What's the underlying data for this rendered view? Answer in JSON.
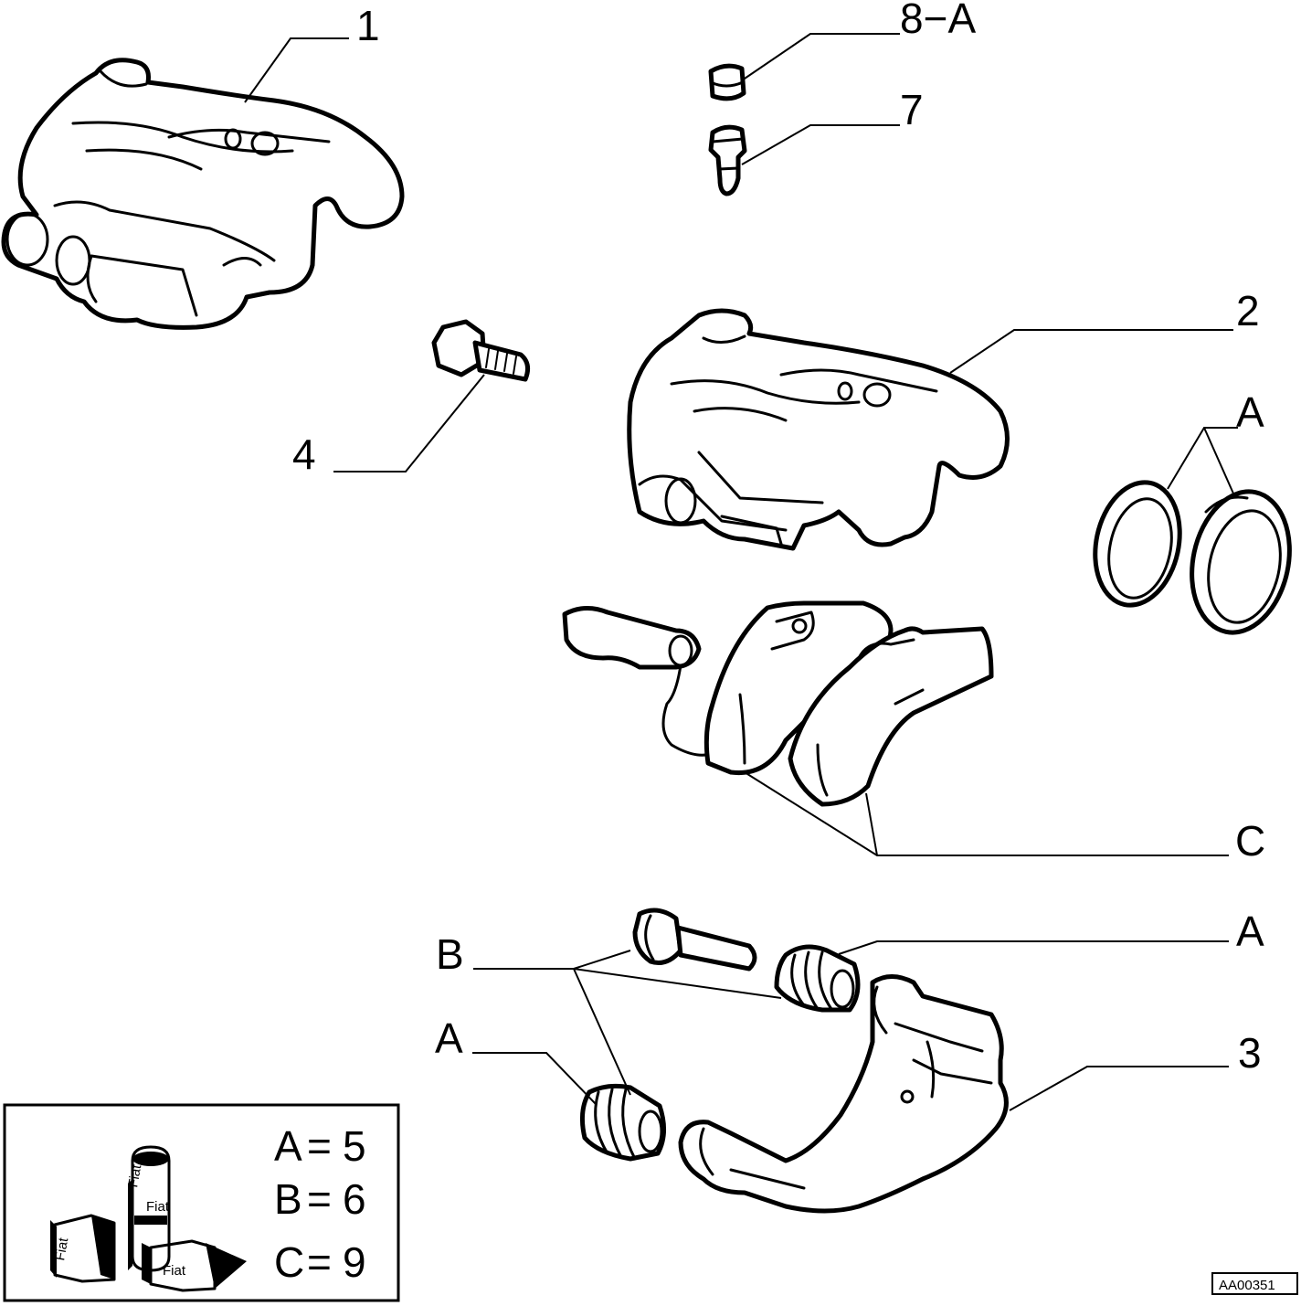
{
  "callouts": {
    "item_1": "1",
    "item_8a": "8−A",
    "item_7": "7",
    "item_2": "2",
    "item_a_ring": "A",
    "item_4": "4",
    "item_c": "C",
    "item_b": "B",
    "item_a_boot_upper": "A",
    "item_a_boot_lower": "A",
    "item_3": "3"
  },
  "legend": {
    "rows": [
      {
        "key": "A",
        "eq": "=",
        "value": "5"
      },
      {
        "key": "B",
        "eq": "=",
        "value": "6"
      },
      {
        "key": "C",
        "eq": "=",
        "value": "9"
      }
    ],
    "pack_labels": [
      "Fiat",
      "Fiat",
      "Fiat",
      "Fiat"
    ]
  },
  "reference_code": "AA00351"
}
